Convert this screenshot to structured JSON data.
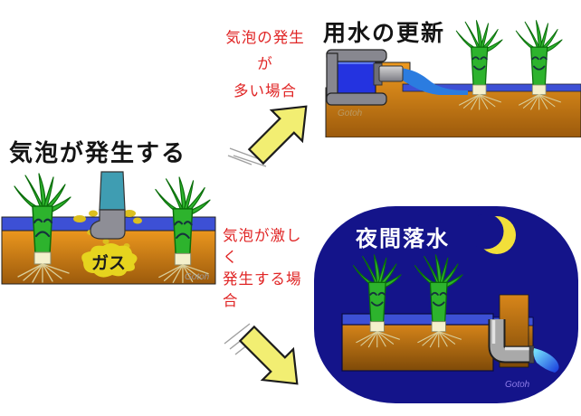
{
  "left": {
    "title": "気泡が発生する",
    "gas": "ガス",
    "signature": "Gotoh"
  },
  "labels": {
    "many": "気泡の発生\nが\n多い場合",
    "intense": "気泡が激し\nく\n発生する場\n合"
  },
  "top": {
    "title": "用水の更新",
    "signature": "Gotoh"
  },
  "night": {
    "title": "夜間落水",
    "signature": "Gotoh"
  },
  "colors": {
    "label_red": "#e02525",
    "arrow_yellow": "#f2ee72",
    "water_blue": "#3d50d5",
    "stream_blue": "#2b7ce0",
    "soil_top": "#ef9a1f",
    "soil_bottom": "#9c5a0c",
    "night_navy": "#14148a",
    "moon_yellow": "#f2df3a",
    "plant_green": "#2db32d",
    "gas_yellow": "#e6d41e",
    "boot_teal": "#3f9db2",
    "pipe_gray": "#a9a9a9"
  }
}
